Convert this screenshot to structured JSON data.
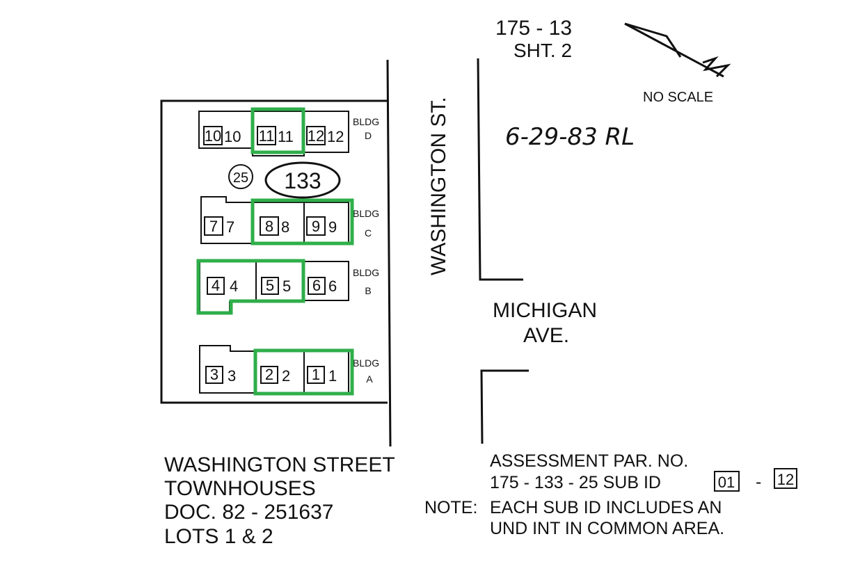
{
  "header": {
    "map_ref": "175 - 13",
    "sheet": "SHT. 2",
    "scale_note": "NO SCALE",
    "date_initials": "6-29-83 RL"
  },
  "streets": {
    "washington": "WASHINGTON ST.",
    "michigan_line1": "MICHIGAN",
    "michigan_line2": "AVE."
  },
  "parcel": {
    "circle_number": "25",
    "block_number": "133"
  },
  "buildings": {
    "bldg_word": "BLDG",
    "d": {
      "letter": "D",
      "units": [
        "10",
        "11",
        "12"
      ]
    },
    "c": {
      "letter": "C",
      "units": [
        "7",
        "8",
        "9"
      ]
    },
    "b": {
      "letter": "B",
      "units": [
        "4",
        "5",
        "6"
      ]
    },
    "a": {
      "letter": "A",
      "units": [
        "3",
        "2",
        "1"
      ]
    }
  },
  "highlighted_units": [
    "11",
    "8",
    "9",
    "4",
    "5",
    "2",
    "1"
  ],
  "highlight_color": "#2fae4a",
  "title_block": {
    "line1": "WASHINGTON STREET",
    "line2": "TOWNHOUSES",
    "line3": "DOC. 82 - 251637",
    "line4": "LOTS 1 & 2"
  },
  "assessment": {
    "line1": "ASSESSMENT PAR. NO.",
    "line2_prefix": "175 - 133 - 25 SUB ID",
    "sub_id_from": "01",
    "dash": "-",
    "sub_id_to": "12",
    "note_label": "NOTE:",
    "note_line1": "EACH SUB ID INCLUDES AN",
    "note_line2": "UND INT IN COMMON AREA."
  }
}
